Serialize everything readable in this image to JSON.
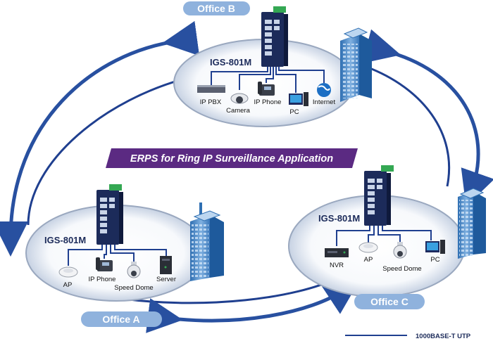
{
  "title": "ERPS for Ring IP Surveillance Application",
  "legend": {
    "label": "1000BASE-T UTP",
    "color": "#1f3f8f"
  },
  "colors": {
    "ring_blue": "#2850a0",
    "link": "#1f3f8f",
    "title_bg": "#5b2a82",
    "office_label_bg": "#8fb2dd"
  },
  "offices": [
    {
      "label": "Office B",
      "switch_model": "IGS-801M",
      "devices": [
        {
          "label": "IP PBX",
          "icon": "pbx-icon"
        },
        {
          "label": "Camera",
          "icon": "camera-icon"
        },
        {
          "label": "IP Phone",
          "icon": "phone-icon"
        },
        {
          "label": "PC",
          "icon": "pc-icon"
        },
        {
          "label": "Internet",
          "icon": "globe-icon"
        }
      ]
    },
    {
      "label": "Office A",
      "switch_model": "IGS-801M",
      "devices": [
        {
          "label": "AP",
          "icon": "access-point-icon"
        },
        {
          "label": "IP Phone",
          "icon": "phone-icon"
        },
        {
          "label": "Speed Dome",
          "icon": "speed-dome-icon"
        },
        {
          "label": "Server",
          "icon": "server-icon"
        }
      ]
    },
    {
      "label": "Office C",
      "switch_model": "IGS-801M",
      "devices": [
        {
          "label": "NVR",
          "icon": "nvr-icon"
        },
        {
          "label": "AP",
          "icon": "access-point-icon"
        },
        {
          "label": "Speed Dome",
          "icon": "speed-dome-icon"
        },
        {
          "label": "PC",
          "icon": "pc-icon"
        }
      ]
    }
  ]
}
